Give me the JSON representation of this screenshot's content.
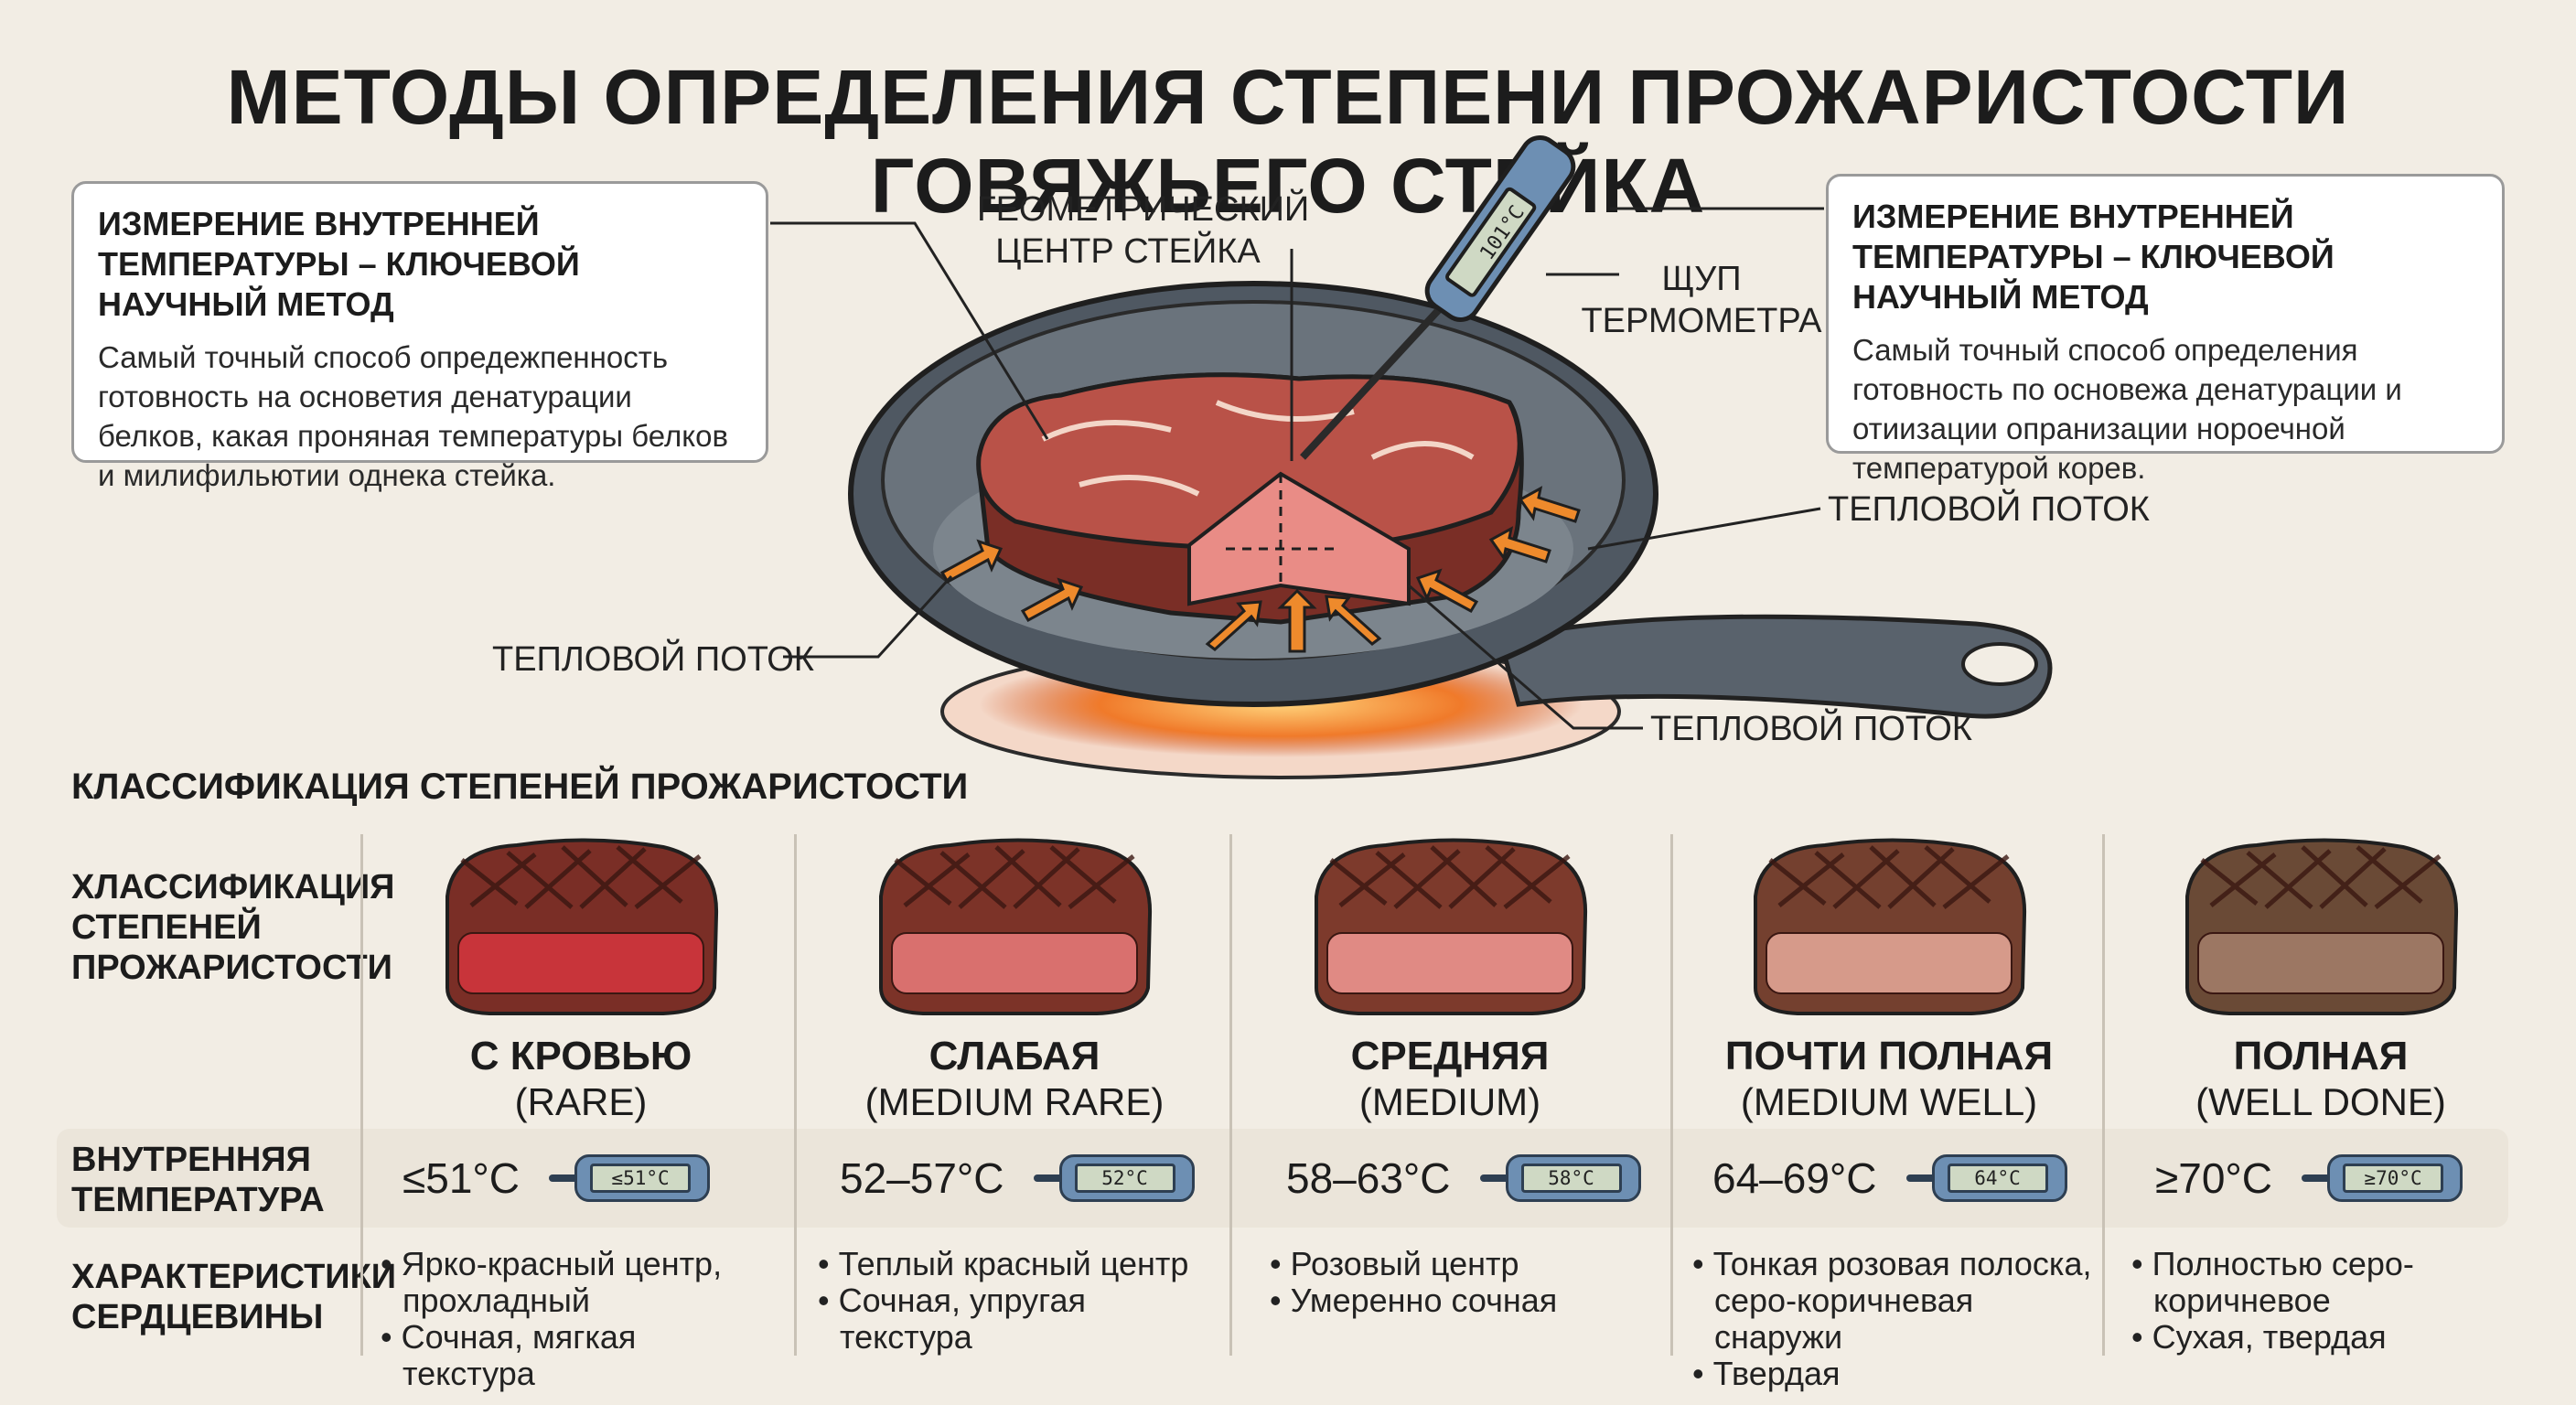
{
  "title": "МЕТОДЫ ОПРЕДЕЛЕНИЯ СТЕПЕНИ ПРОЖАРИСТОСТИ ГОВЯЖЬЕГО СТЕЙКА",
  "info_left": {
    "heading": "ИЗМЕРЕНИЕ ВНУТРЕННЕЙ ТЕМПЕРАТУРЫ – КЛЮЧЕВОЙ НАУЧНЫЙ МЕТОД",
    "body": "Самый точный способ опредежпенность готовность на основетия денатурации белков, какая проняная температуры белков и милифильютии однека стейка."
  },
  "info_right": {
    "heading": "ИЗМЕРЕНИЕ ВНУТРЕННЕЙ ТЕМПЕРАТУРЫ – КЛЮЧЕВОЙ НАУЧНЫЙ МЕТОД",
    "body": "Самый точный способ определения готовность по основежа денатурации и отиизации опранизации нороечной температурой корев."
  },
  "callouts": {
    "center": "ГЕОМЕТРИЧЕСКИЙ ЦЕНТР СТЕЙКА",
    "probe": "ЩУП ТЕРМОМЕТРА",
    "heat_right_top": "ТЕПЛОВОЙ ПОТОК",
    "heat_left": "ТЕПЛОВОЙ ПОТОК",
    "heat_right_bottom": "ТЕПЛОВОЙ ПОТОК",
    "probe_display": "101°C"
  },
  "table": {
    "section_title": "КЛАССИФИКАЦИЯ СТЕПЕНЕЙ ПРОЖАРИСТОСТИ",
    "row_labels": {
      "classification": "ХЛАССИФИКАЦИЯ СТЕПЕНЕЙ ПРОЖАРИСТОСТИ",
      "temperature": "ВНУТРЕННЯЯ ТЕМПЕРАТУРА",
      "core": "ХАРАКТЕРИСТИКИ СЕРДЦЕВИНЫ"
    },
    "levels": [
      {
        "name": "С КРОВЬЮ",
        "en": "(RARE)",
        "temp": "≤51°C",
        "display": "≤51°C",
        "core": [
          "Ярко-красный центр, прохладный",
          "Сочная, мягкая текстура"
        ],
        "crust": "#7a2e26",
        "inner": "#c8343a"
      },
      {
        "name": "СЛАБАЯ",
        "en": "(MEDIUM RARE)",
        "temp": "52–57°C",
        "display": "52°C",
        "core": [
          "Теплый красный центр",
          "Сочная, упругая текстура"
        ],
        "crust": "#7c3328",
        "inner": "#d9706e"
      },
      {
        "name": "СРЕДНЯЯ",
        "en": "(MEDIUM)",
        "temp": "58–63°C",
        "display": "58°C",
        "core": [
          "Розовый центр",
          "Умеренно сочная"
        ],
        "crust": "#7d3a2c",
        "inner": "#e08a84"
      },
      {
        "name": "ПОЧТИ ПОЛНАЯ",
        "en": "(MEDIUM WELL)",
        "temp": "64–69°C",
        "display": "64°C",
        "core": [
          "Тонкая розовая полоска, серо-коричневая снаружи",
          "Твердая"
        ],
        "crust": "#74402f",
        "inner": "#d69a8a"
      },
      {
        "name": "ПОЛНАЯ",
        "en": "(WELL DONE)",
        "temp": "≥70°C",
        "display": "≥70°C",
        "core": [
          "Полностью серо-коричневое",
          "Сухая, твердая"
        ],
        "crust": "#6a4a36",
        "inner": "#9c7763"
      }
    ]
  },
  "colors": {
    "pan": "#4f5862",
    "flame": "#f07a2a",
    "arrow": "#ee8a2c",
    "thermo": "#6d8fb3"
  }
}
